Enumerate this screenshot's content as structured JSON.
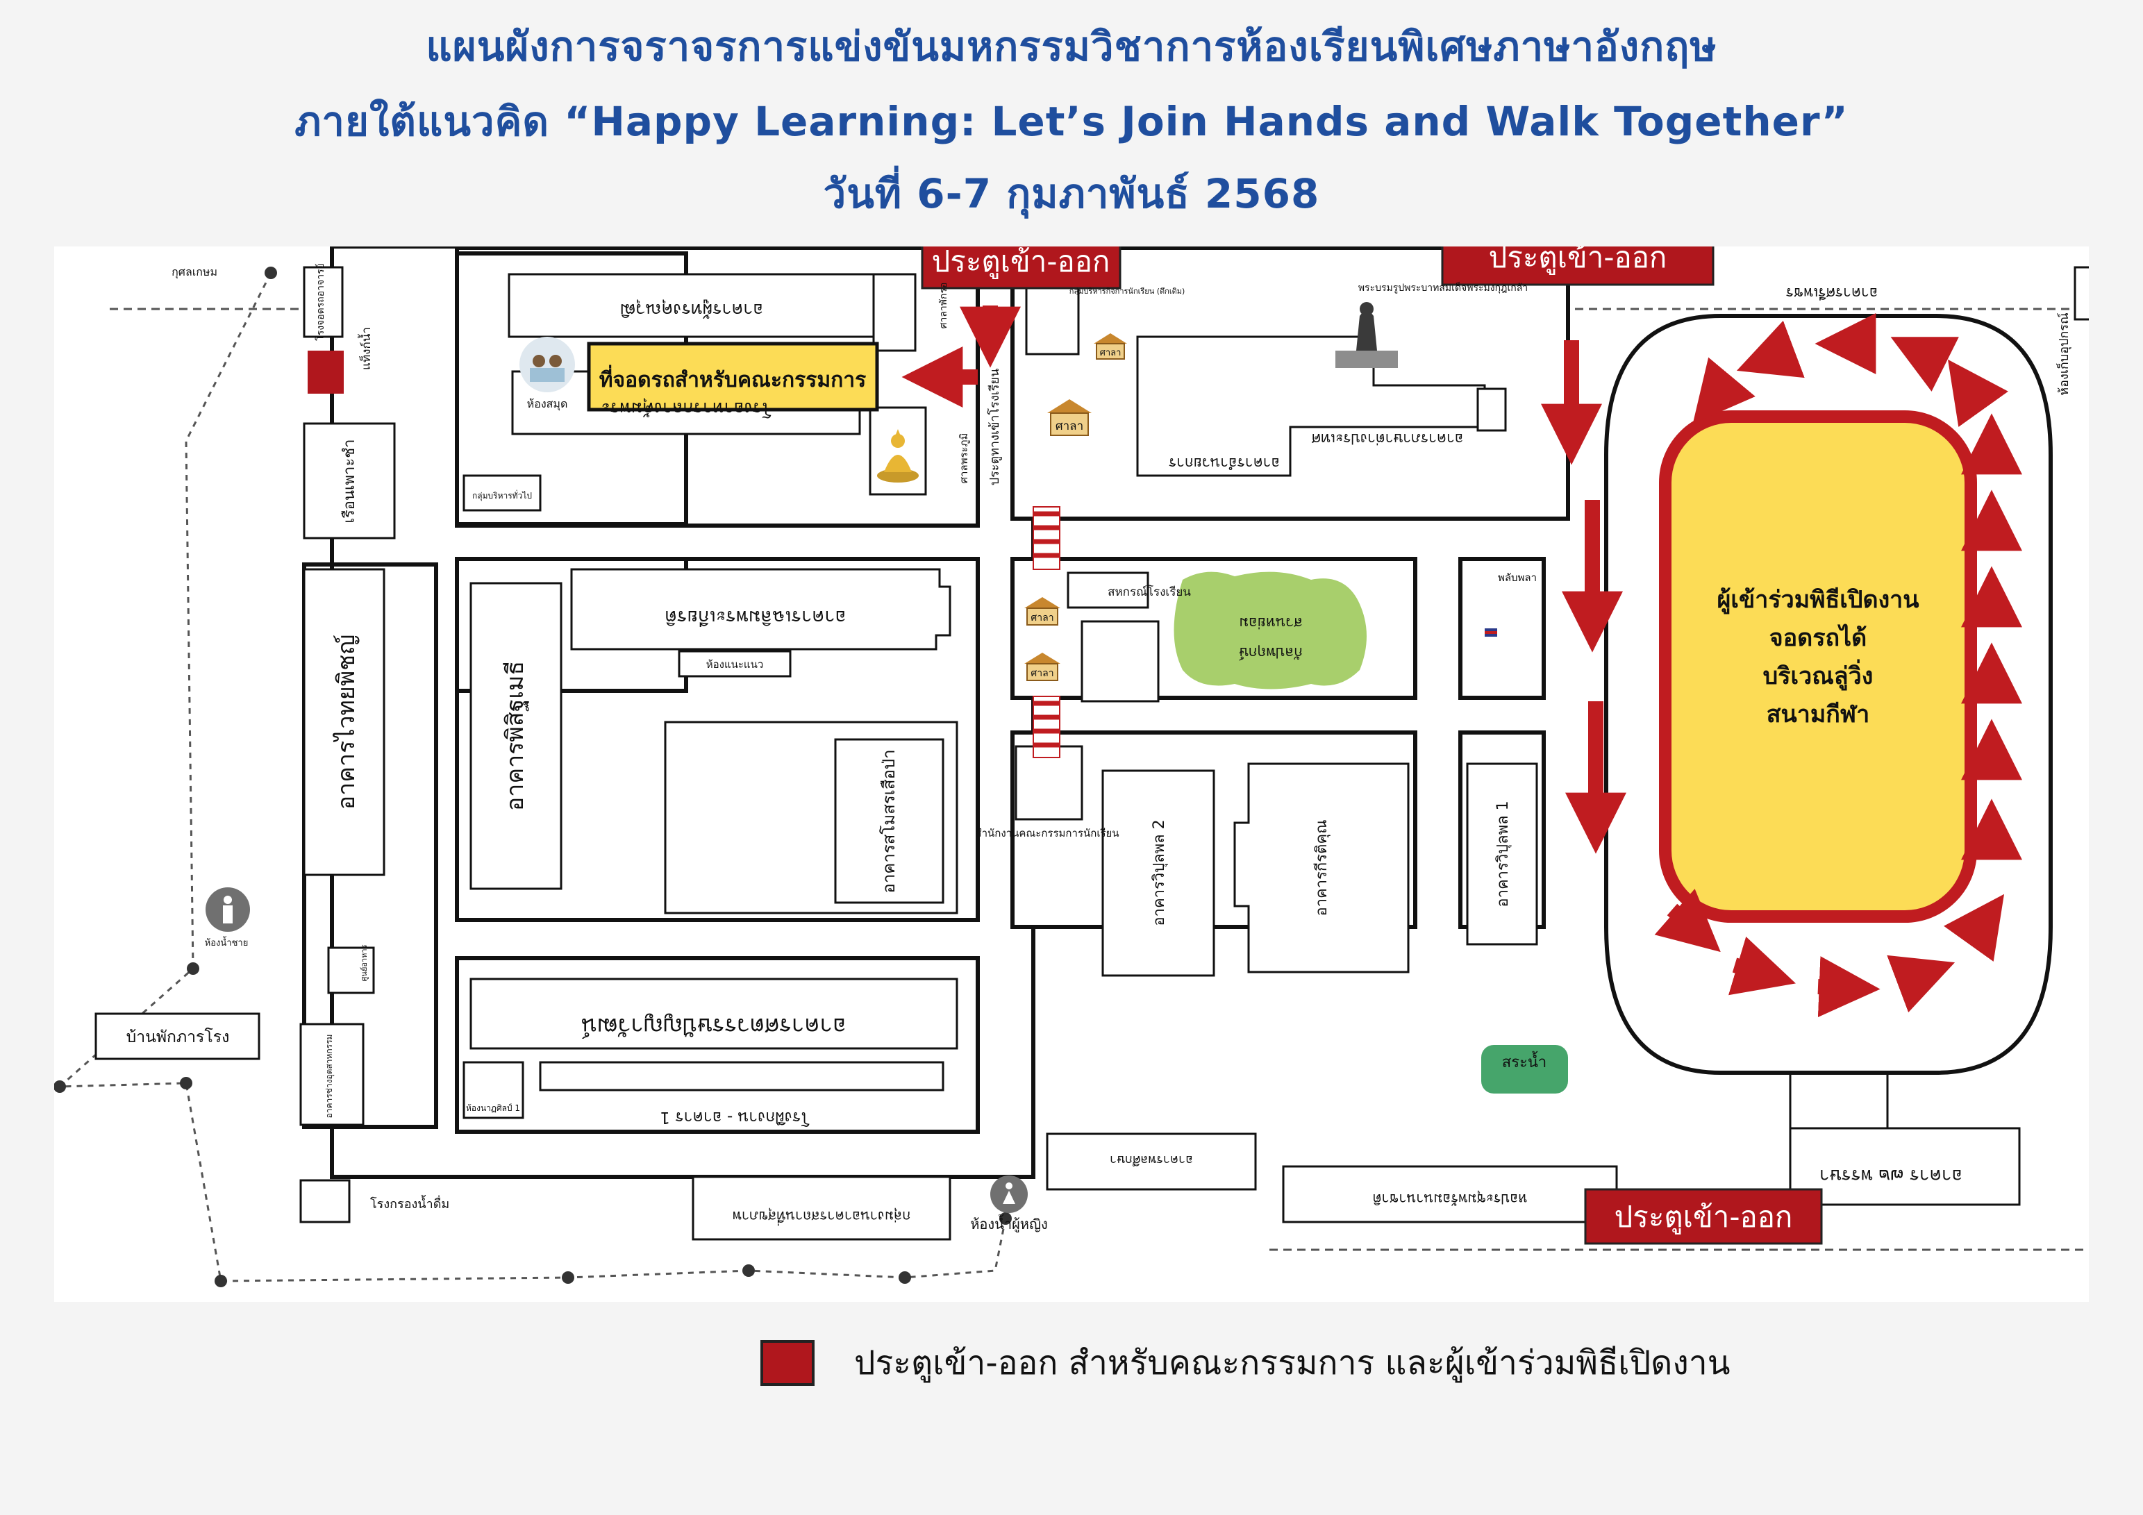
{
  "header": {
    "line1": "แผนผังการจราจรการแข่งขันมหกรรมวิชาการห้องเรียนพิเศษภาษาอังกฤษ",
    "line2": "ภายใต้แนวคิด “Happy Learning: Let’s Join Hands and Walk Together”",
    "line3": "วันที่ 6-7 กุมภาพันธ์ 2568"
  },
  "colors": {
    "gate_red": "#b0171d",
    "arrow_red": "#c01c20",
    "parking_yellow": "#fcdc56",
    "garden_green": "#a8cf6c",
    "pool_green": "#46a56b",
    "title_blue": "#1f4e9e"
  },
  "gates": {
    "top_left": "ประตูเข้า-ออก",
    "top_right": "ประตูเข้า-ออก",
    "bottom": "ประตูเข้า-ออก"
  },
  "parking": {
    "committee": "ที่จอดรถสำหรับคณะกรรมการ",
    "field_line1": "ผู้เข้าร่วมพิธีเปิดงาน",
    "field_line2": "จอดรถได้",
    "field_line3": "บริเวณลู่วิ่ง",
    "field_line4": "สนามกีฬา"
  },
  "labels": {
    "kusalakasem": "กุศลเกษม",
    "bottled_water": "โรงกรองน้ำดื่ม",
    "water_tank": "แท็งก์น้ำ",
    "nursery": "เรือนเพาะชำ",
    "bldg_vaitaya": "อาคารไวทยพิชญ์",
    "bldg_pisit": "อาคารพิสิฐเมธี",
    "bldg_samosorn": "อาคารสโมสรเสือป่า",
    "bldg_vipula2": "อาคารวิปุลพล 2",
    "bldg_kirtikun": "อาคารกีรติคุณ",
    "bldg_vipula1": "อาคารวิปุลพล 1",
    "library": "ห้องสมุด",
    "shrine": "ศาลพระภูมิ",
    "sala": "ศาลา",
    "coop": "สหกรณ์โรงเรียน",
    "guidance": "ห้องแนะแนว",
    "admin_general": "กลุ่มบริหารทั่วไป",
    "student_affairs": "กลุ่มบริหารกิจการนักเรียน (ตึกเดิม)",
    "student_council": "สำนักงานคณะกรรมการนักเรียน",
    "pool": "สระน้ำ",
    "pavilion": "พลับพลา",
    "mens_room": "ห้องน้ำชาย",
    "womens_room": "ห้องน้ำผู้หญิง",
    "principal_house": "บ้านพักภารโรง",
    "art_room": "ห้องนาฏศิลป์ 1",
    "car_park_small": "อาคารช่างอุตสาหกรรม",
    "entrance_road": "ประตูทางเข้าโรงเรียน",
    "guard_house": "ศาลาพักรอ",
    "water_mirror": "ศูนย์อาหาร",
    "parking_booth": "โรงจอดรถอาจารย์",
    "flipped_top1": "อาคารผู้ทรงคุณวุฒิ",
    "flipped_top2": "โรงอาหารกลางคุ้มพระ",
    "flipped_upper_center": "อาคารเฉลิมพระเกียรติ",
    "flipped_garden_1": "สวนหย่อม",
    "flipped_garden_2": "กัลปพฤกษ์",
    "flipped_main_office": "อาคารอำนวยการ",
    "flipped_bldg_mid": "อาคารภาษาต่างประเทศ",
    "flipped_small_bldg": "ห้องพยาบาล",
    "flipped_bottom1": "อาคารศตวรรษปัญญาวัฒน์",
    "flipped_bottom2": "โรงฝึกงาน - อาคาร 1",
    "flipped_bottom3": "กลุ่มงานอาคารสถานที่สุขภาพ",
    "flipped_bottom4": "อาคารพลศึกษา",
    "flipped_bottom5": "หอประชุมพร้อมนานาชาติ",
    "flipped_bottom6": "อาคาร ๗๒ พรรษา",
    "flipped_right_top": "อาคารศรีเพชร",
    "flipped_right_side": "ห้องเก็บอุปกรณ์",
    "monument": "พระบรมรูปพระบาทสมเด็จพระมงกุฎเกล้า"
  },
  "legend": {
    "text": "ประตูเข้า-ออก สำหรับคณะกรรมการ และผู้เข้าร่วมพิธีเปิดงาน"
  }
}
